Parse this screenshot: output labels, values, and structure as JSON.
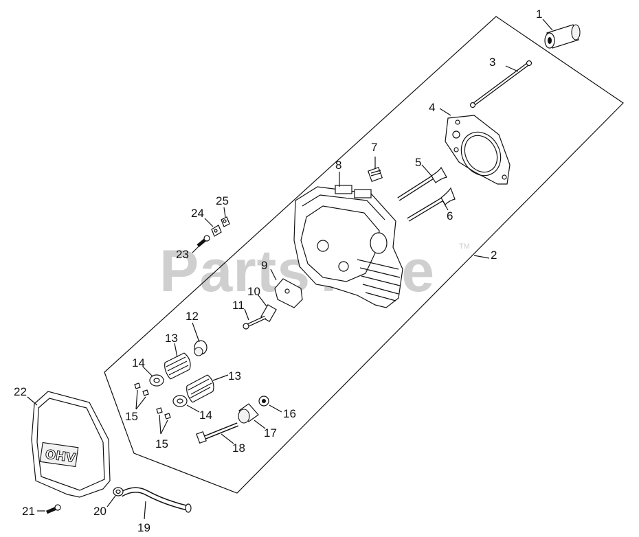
{
  "watermark": {
    "text": "PartsTree",
    "trademark": "TM"
  },
  "cover_logo": "OHV",
  "labels": [
    {
      "text": "1"
    },
    {
      "text": "2"
    },
    {
      "text": "3"
    },
    {
      "text": "4"
    },
    {
      "text": "5"
    },
    {
      "text": "6"
    },
    {
      "text": "7"
    },
    {
      "text": "8"
    },
    {
      "text": "9"
    },
    {
      "text": "10"
    },
    {
      "text": "11"
    },
    {
      "text": "12"
    },
    {
      "text": "13"
    },
    {
      "text": "13"
    },
    {
      "text": "14"
    },
    {
      "text": "14"
    },
    {
      "text": "15"
    },
    {
      "text": "15"
    },
    {
      "text": "16"
    },
    {
      "text": "17"
    },
    {
      "text": "18"
    },
    {
      "text": "19"
    },
    {
      "text": "20"
    },
    {
      "text": "21"
    },
    {
      "text": "22"
    },
    {
      "text": "23"
    },
    {
      "text": "24"
    },
    {
      "text": "25"
    }
  ]
}
